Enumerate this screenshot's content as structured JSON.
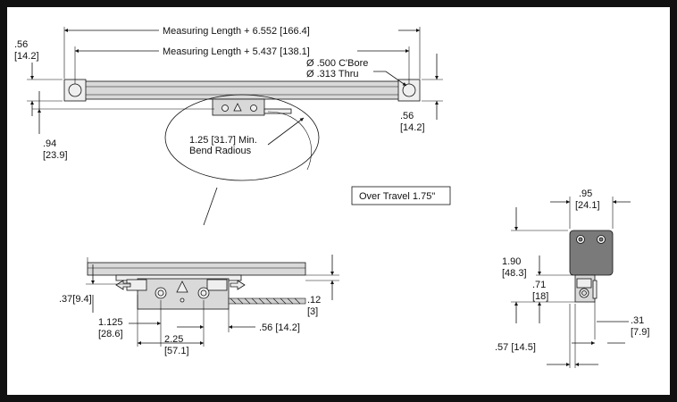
{
  "top_view": {
    "measuring_length_outer": "Measuring Length + 6.552 [166.4]",
    "measuring_length_inner": "Measuring Length + 5.437 [138.1]",
    "left_height_in": ".56",
    "left_height_mm": "[14.2]",
    "cbore": "Ø  .500 C'Bore",
    "thru": "Ø  .313 Thru",
    "right_height_in": ".56",
    "right_height_mm": "[14.2]",
    "offset_in": ".94",
    "offset_mm": "[23.9]",
    "bend_line1": "1.25 [31.7] Min.",
    "bend_line2": "Bend Radious"
  },
  "over_travel": "Over Travel 1.75\"",
  "front_view": {
    "height_37": ".37[9.4]",
    "dim_1125_in": "1.125",
    "dim_1125_mm": "[28.6]",
    "dim_225_in": "2.25",
    "dim_225_mm": "[57.1]",
    "dim_056": ".56  [14.2]",
    "dim_012_in": ".12",
    "dim_012_mm": "[3]"
  },
  "side_view": {
    "width_in": ".95",
    "width_mm": "[24.1]",
    "height_in": "1.90",
    "height_mm": "[48.3]",
    "mid_in": ".71",
    "mid_mm": "[18]",
    "dim_031_in": ".31",
    "dim_031_mm": "[7.9]",
    "dim_057": ".57 [14.5]"
  }
}
